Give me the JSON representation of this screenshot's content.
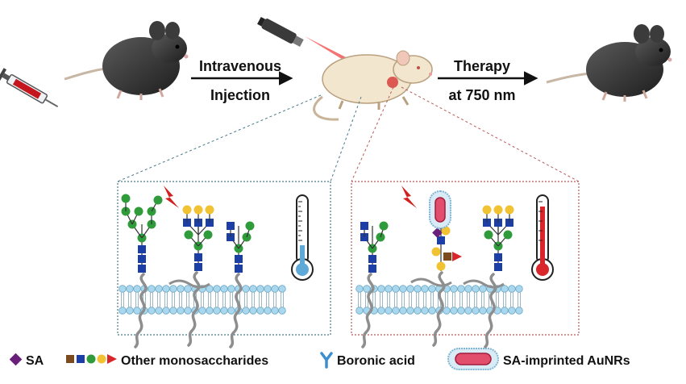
{
  "steps": {
    "injection_line1": "Intravenous",
    "injection_line2": "Injection",
    "therapy_line1": "Therapy",
    "therapy_line2": "at 750 nm"
  },
  "legend": {
    "sa": "SA",
    "other": "Other monosaccharides",
    "boronic": "Boronic acid",
    "aunr": "SA-imprinted AuNRs"
  },
  "colors": {
    "sa_purple": "#6a1f7a",
    "mannose_green": "#2f9b3a",
    "glcnac_blue": "#1b3fa6",
    "gal_yellow": "#f1c232",
    "brown": "#7b4a1e",
    "red_arrow": "#d9262b",
    "lipid_blue": "#a9d7ee",
    "panel_left_border": "#4a7a8a",
    "panel_right_border": "#b85a5a"
  }
}
